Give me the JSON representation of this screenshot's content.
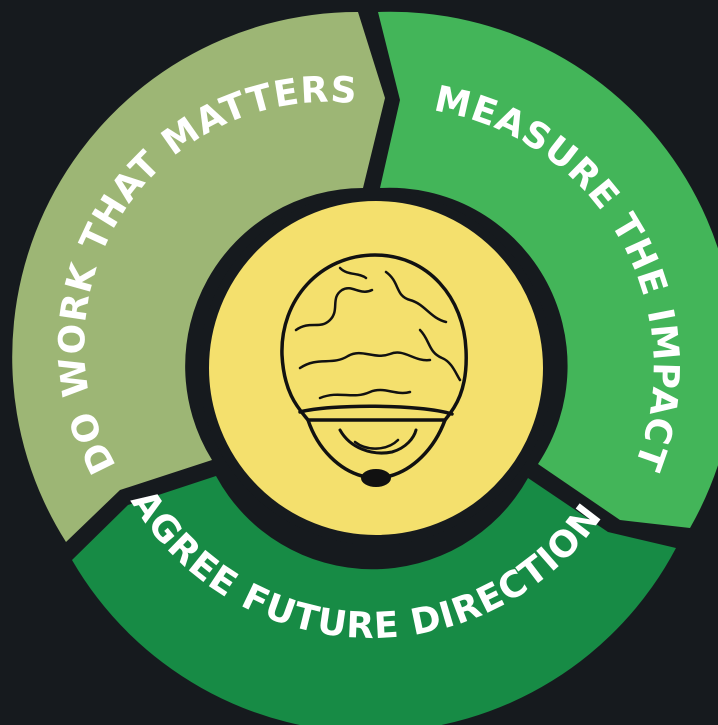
{
  "diagram": {
    "segments": [
      {
        "id": "do-work",
        "label": "DO WORK THAT MATTERS",
        "color": "#9db675"
      },
      {
        "id": "measure",
        "label": "MEASURE THE IMPACT",
        "color": "#43b559"
      },
      {
        "id": "agree",
        "label": "AGREE FUTURE DIRECTION",
        "color": "#178b45"
      }
    ],
    "center": {
      "color": "#f4e06d",
      "icon": "globe-lightbulb-icon"
    },
    "background": "#161a1e",
    "separator_color": "#161a1e"
  }
}
